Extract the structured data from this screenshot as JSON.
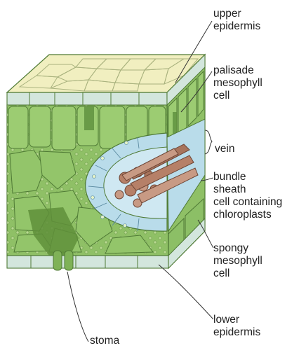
{
  "labels": {
    "upper_epidermis": [
      "upper",
      "epidermis"
    ],
    "palisade": [
      "palisade",
      "mesophyll",
      "cell"
    ],
    "vein": [
      "vein"
    ],
    "bundle_sheath": [
      "bundle",
      "sheath",
      "cell containing",
      "chloroplasts"
    ],
    "spongy": [
      "spongy",
      "mesophyll",
      "cell"
    ],
    "lower_epidermis": [
      "lower",
      "epidermis"
    ],
    "stoma": [
      "stoma"
    ]
  },
  "colors": {
    "epidermis_top": "#f1efc0",
    "epidermis_side": "#d3e6dd",
    "mesophyll": "#8fc066",
    "mesophyll_dark": "#6f9f49",
    "cell_line": "#4f7a35",
    "bundle_sheath": "#b9dcea",
    "vein_xylem": "#a8745c",
    "chloroplast": "#d8ecb2"
  }
}
